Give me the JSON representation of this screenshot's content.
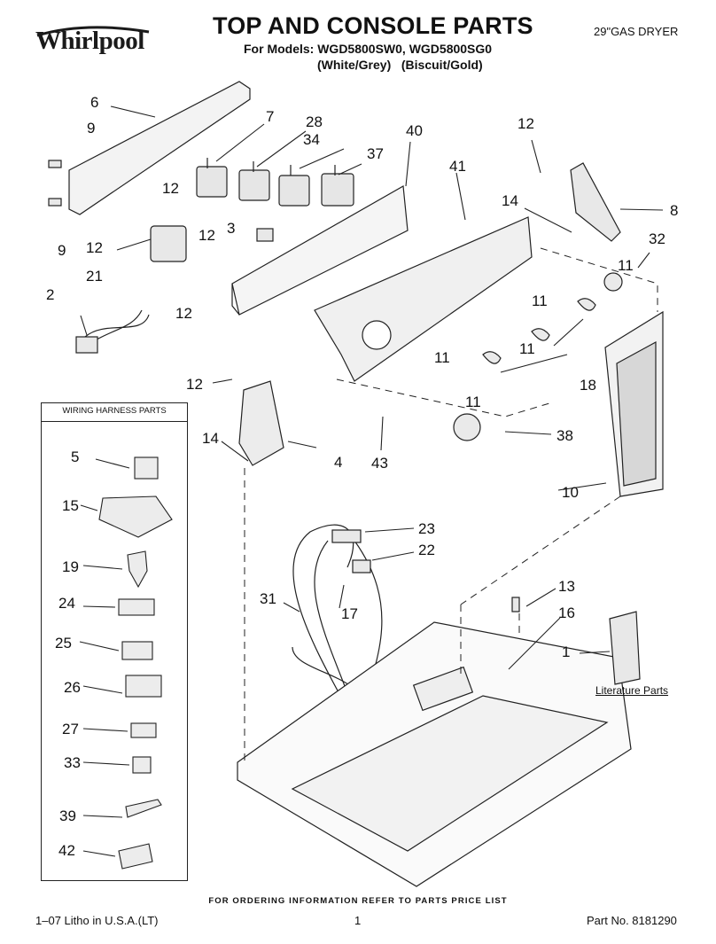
{
  "header": {
    "brand": "Whirlpool",
    "title": "TOP AND CONSOLE PARTS",
    "models_line": "For Models: WGD5800SW0, WGD5800SG0",
    "colors_line": "(White/Grey)   (Biscuit/Gold)",
    "product": "29\"GAS DRYER"
  },
  "callouts": {
    "c6": "6",
    "c7": "7",
    "c28": "28",
    "c34": "34",
    "c40": "40",
    "c37": "37",
    "c9a": "9",
    "c9b": "9",
    "c12_top_right": "12",
    "c8": "8",
    "c41": "41",
    "c14_top": "14",
    "c32": "32",
    "c12_left1": "12",
    "c12_left2": "12",
    "c3": "3",
    "c12_left3": "12",
    "c21": "21",
    "c12_left4": "12",
    "c11a": "11",
    "c11b": "11",
    "c2": "2",
    "c11c": "11",
    "c11d": "11",
    "c18": "18",
    "c12_mid": "12",
    "c11e": "11",
    "c14_mid": "14",
    "c4": "4",
    "c43": "43",
    "c38": "38",
    "c10": "10",
    "c23": "23",
    "c22": "22",
    "c31": "31",
    "c17": "17",
    "c13": "13",
    "c16": "16",
    "c1": "1"
  },
  "literature_label": "Literature Parts",
  "harness_box": {
    "title": "WIRING HARNESS PARTS",
    "items": [
      {
        "label": "5"
      },
      {
        "label": "15"
      },
      {
        "label": "19"
      },
      {
        "label": "24"
      },
      {
        "label": "25"
      },
      {
        "label": "26"
      },
      {
        "label": "27"
      },
      {
        "label": "33"
      },
      {
        "label": "39"
      },
      {
        "label": "42"
      }
    ]
  },
  "footer": {
    "ordering_note": "FOR ORDERING INFORMATION REFER TO PARTS PRICE LIST",
    "litho": "1–07 Litho in U.S.A.(LT)",
    "page": "1",
    "part_no": "Part No. 8181290"
  }
}
